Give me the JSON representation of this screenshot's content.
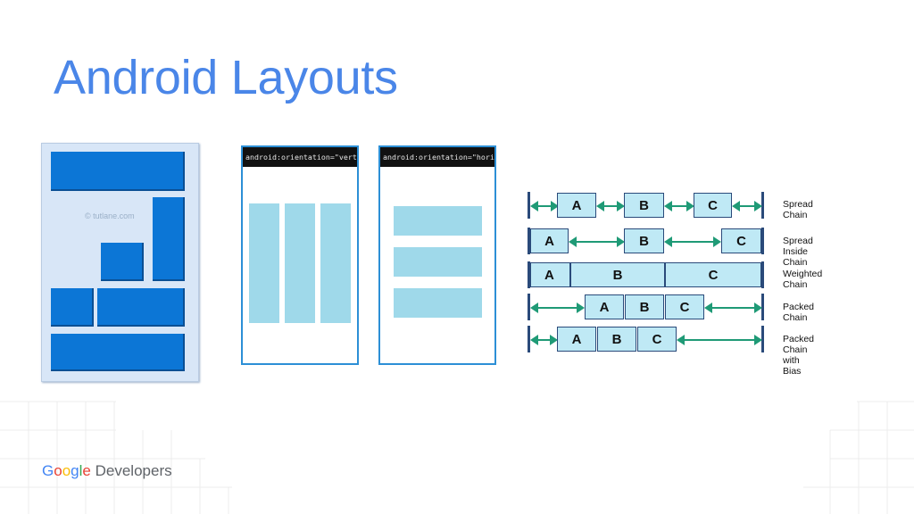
{
  "slide": {
    "title": "Android Layouts"
  },
  "relative_layout": {
    "watermark": "© tutlane.com"
  },
  "linear_layouts": {
    "vertical_header": "android:orientation=\"vertical\"",
    "horizontal_header": "android:orientation=\"horizontal\""
  },
  "chains": {
    "rows": [
      {
        "label": "Spread Chain",
        "boxes": [
          "A",
          "B",
          "C"
        ]
      },
      {
        "label": "Spread Inside Chain",
        "boxes": [
          "A",
          "B",
          "C"
        ]
      },
      {
        "label": "Weighted Chain",
        "boxes": [
          "A",
          "B",
          "C"
        ]
      },
      {
        "label": "Packed Chain",
        "boxes": [
          "A",
          "B",
          "C"
        ]
      },
      {
        "label": "Packed Chain with Bias",
        "boxes": [
          "A",
          "B",
          "C"
        ]
      }
    ]
  },
  "footer": {
    "logo_google": [
      "G",
      "o",
      "o",
      "g",
      "l",
      "e"
    ],
    "logo_developers": "Developers"
  },
  "colors": {
    "title": "#4a86e8",
    "relative_bg": "#d8e6f7",
    "relative_block": "#0c76d6",
    "linear_bar": "#9fd9ea",
    "chain_box": "#bfe9f5",
    "chain_arrow": "#1f9a76"
  }
}
